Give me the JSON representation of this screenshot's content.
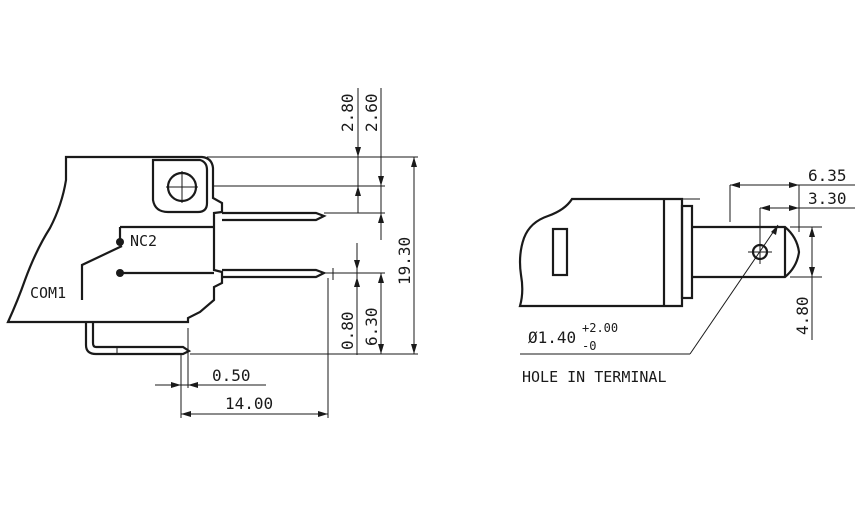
{
  "labels": {
    "com": "COM1",
    "nc": "NC2",
    "hole_note": "HOLE IN TERMINAL"
  },
  "dimensions": {
    "d_2_80": "2.80",
    "d_2_60": "2.60",
    "d_19_30": "19.30",
    "d_0_80": "0.80",
    "d_6_30": "6.30",
    "d_0_50": "0.50",
    "d_14_00": "14.00",
    "d_6_35": "6.35",
    "d_3_30": "3.30",
    "d_4_80": "4.80",
    "hole_dia": "Ø1.40",
    "hole_tol_plus": "+2.00",
    "hole_tol_minus": "-0"
  }
}
